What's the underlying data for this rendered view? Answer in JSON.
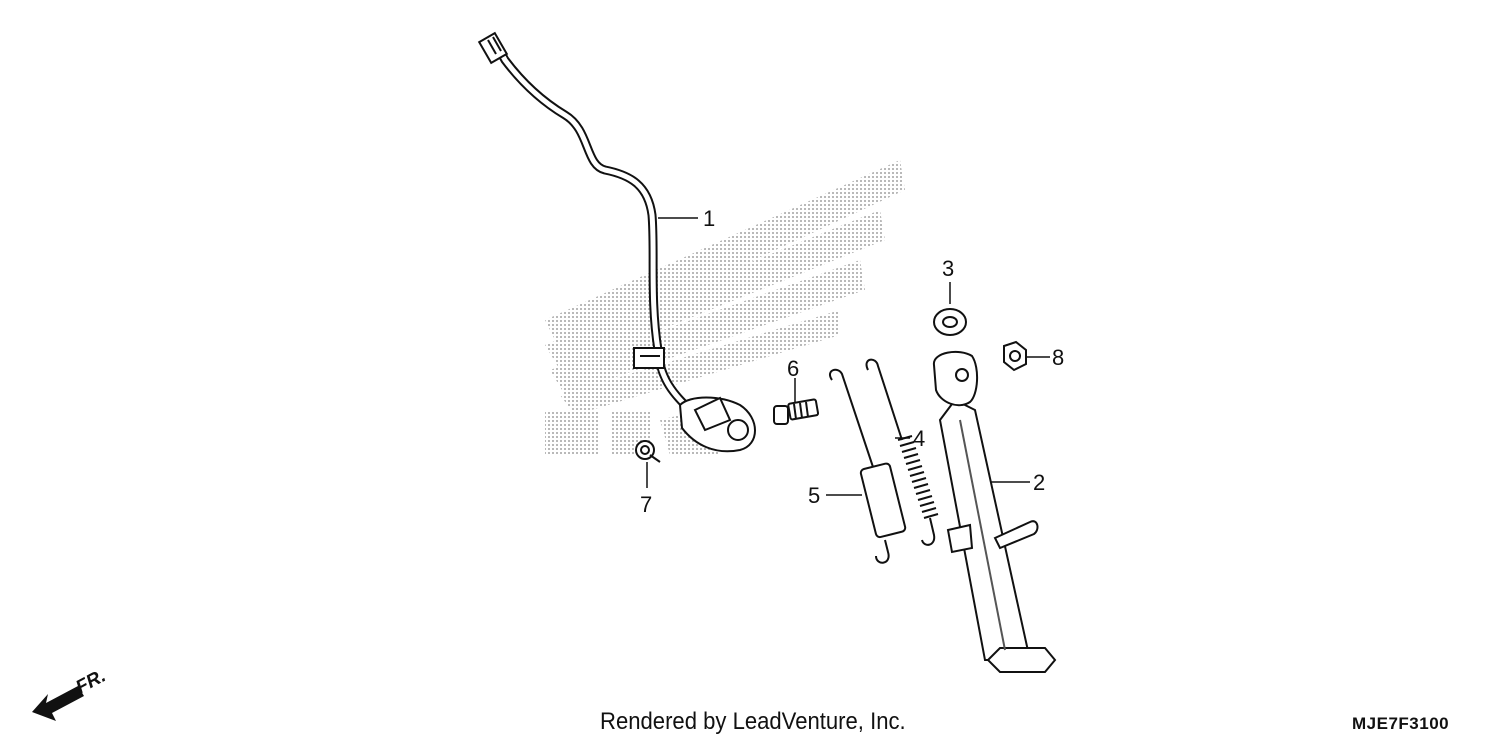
{
  "callouts": {
    "c1": "1",
    "c2": "2",
    "c3": "3",
    "c4": "4",
    "c5": "5",
    "c6": "6",
    "c7": "7",
    "c8": "8"
  },
  "direction": {
    "label": "FR."
  },
  "footer": {
    "rendered_by": "Rendered by LeadVenture, Inc.",
    "code": "MJE7F3100"
  },
  "colors": {
    "line": "#111111",
    "watermark": "#c8c8c8",
    "background": "#ffffff"
  }
}
